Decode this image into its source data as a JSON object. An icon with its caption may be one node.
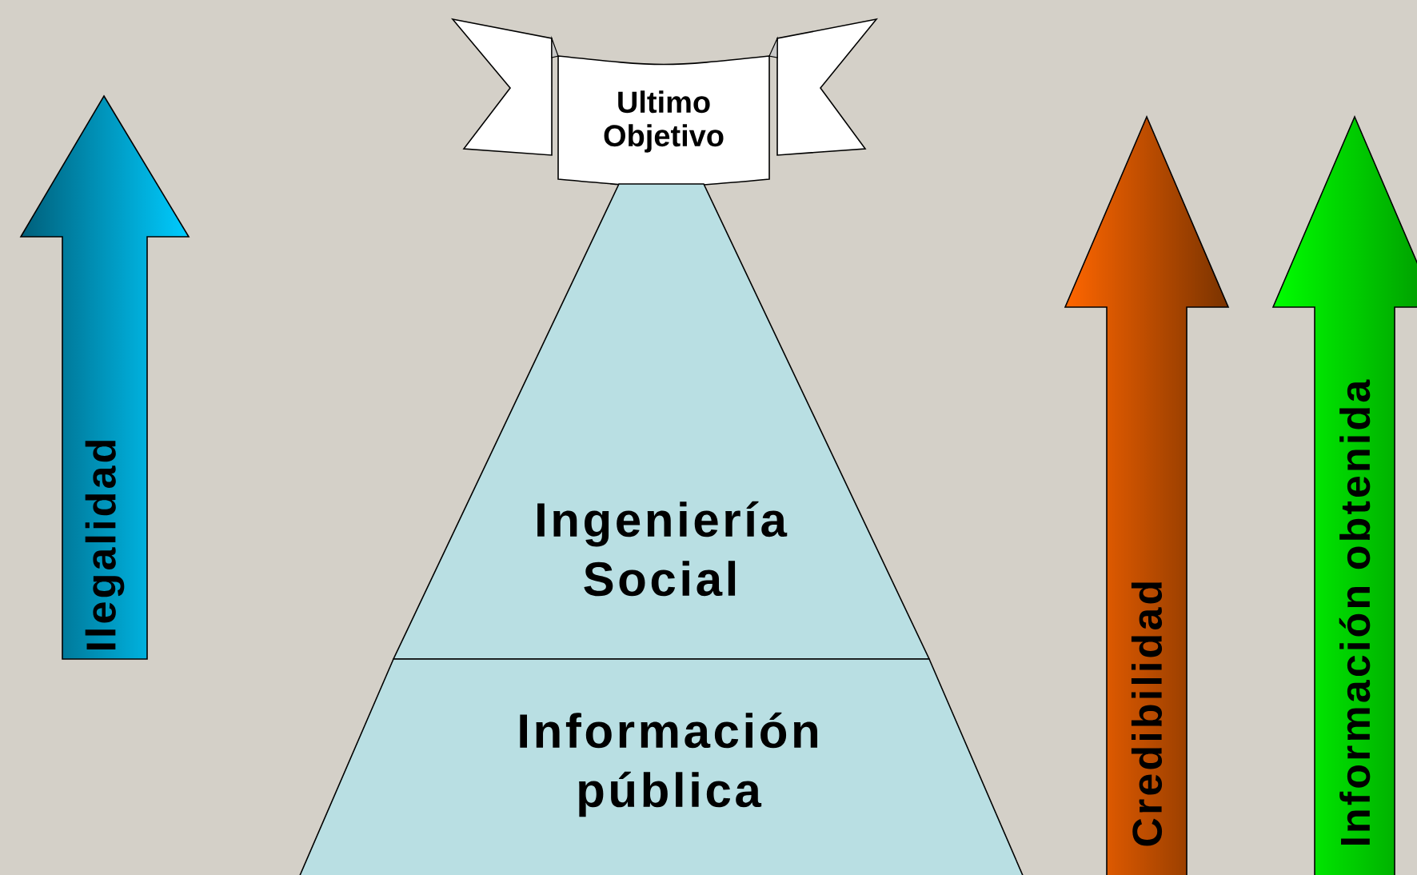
{
  "diagram": {
    "nodes": [
      {
        "text": [
          "Ilegalidad"
        ]
      },
      {
        "text": [
          "Ultimo Objetivo"
        ]
      },
      {
        "text": [
          "Ingeniería Social"
        ]
      },
      {
        "text": [
          "Información pública"
        ]
      },
      {
        "text": [
          "Credibilidad"
        ]
      },
      {
        "text": [
          "Información obtenida"
        ]
      }
    ]
  }
}
